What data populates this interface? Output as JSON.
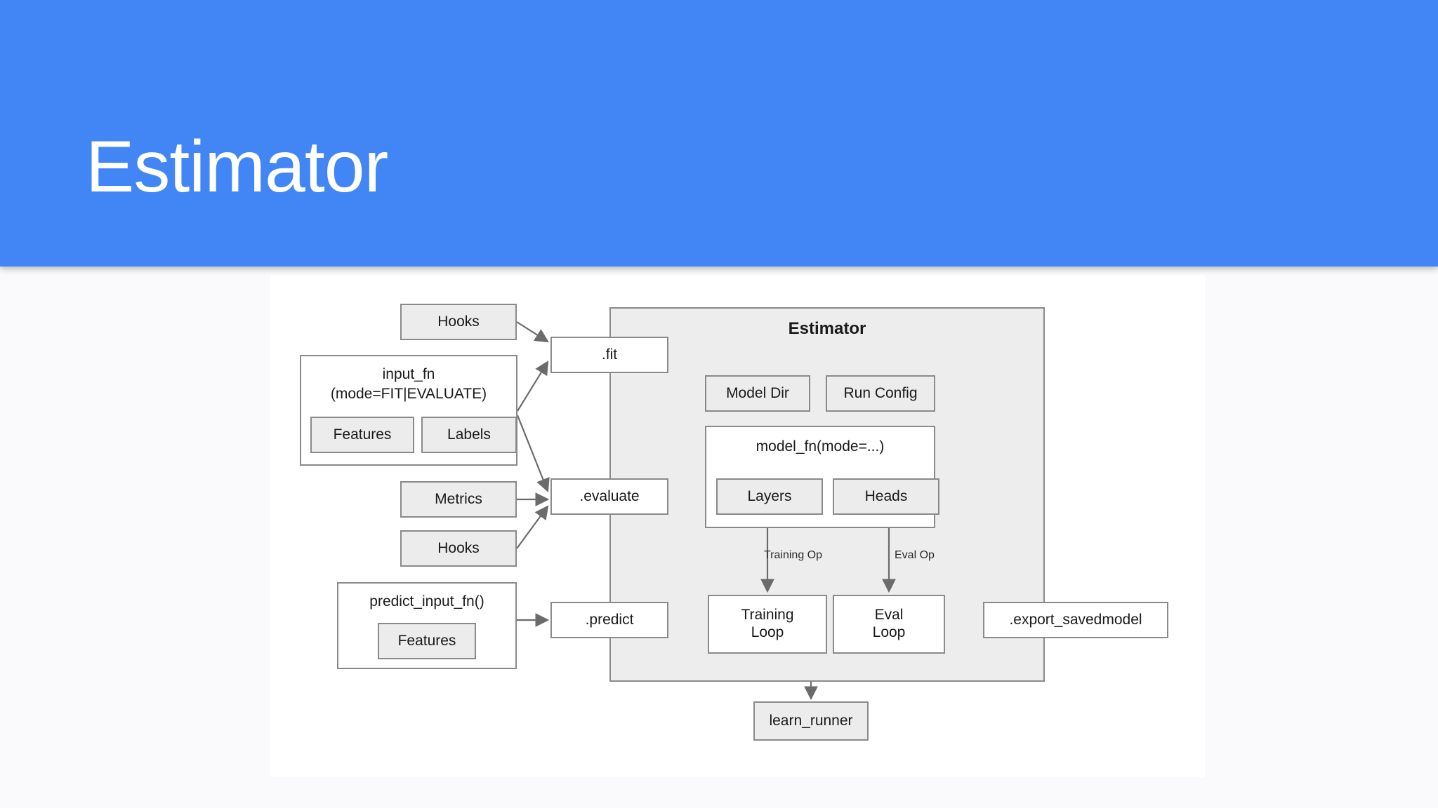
{
  "slide": {
    "title": "Estimator",
    "header_color": "#4285f4",
    "panel_color": "#ffffff",
    "page_background": "#fafafc"
  },
  "diagram": {
    "name": "tensorflow-estimator-architecture",
    "node_fill_gray": "#ececec",
    "node_fill_white": "#ffffff",
    "container_fill": "#ededed",
    "border_color": "#888a8c",
    "inputs": {
      "fit_hooks": "Hooks",
      "input_fn_title_line1": "input_fn",
      "input_fn_title_line2": "(mode=FIT|EVALUATE)",
      "input_fn_features": "Features",
      "input_fn_labels": "Labels",
      "metrics": "Metrics",
      "eval_hooks": "Hooks",
      "predict_input_fn_title": "predict_input_fn()",
      "predict_features": "Features"
    },
    "methods": {
      "fit": ".fit",
      "evaluate": ".evaluate",
      "predict": ".predict",
      "export_savedmodel": ".export_savedmodel"
    },
    "estimator": {
      "title": "Estimator",
      "model_dir": "Model Dir",
      "run_config": "Run Config",
      "model_fn_title": "model_fn(mode=...)",
      "layers": "Layers",
      "heads": "Heads",
      "training_op_label": "Training Op",
      "eval_op_label": "Eval Op",
      "training_loop_line1": "Training",
      "training_loop_line2": "Loop",
      "eval_loop_line1": "Eval",
      "eval_loop_line2": "Loop"
    },
    "runner": {
      "learn_runner": "learn_runner"
    }
  }
}
